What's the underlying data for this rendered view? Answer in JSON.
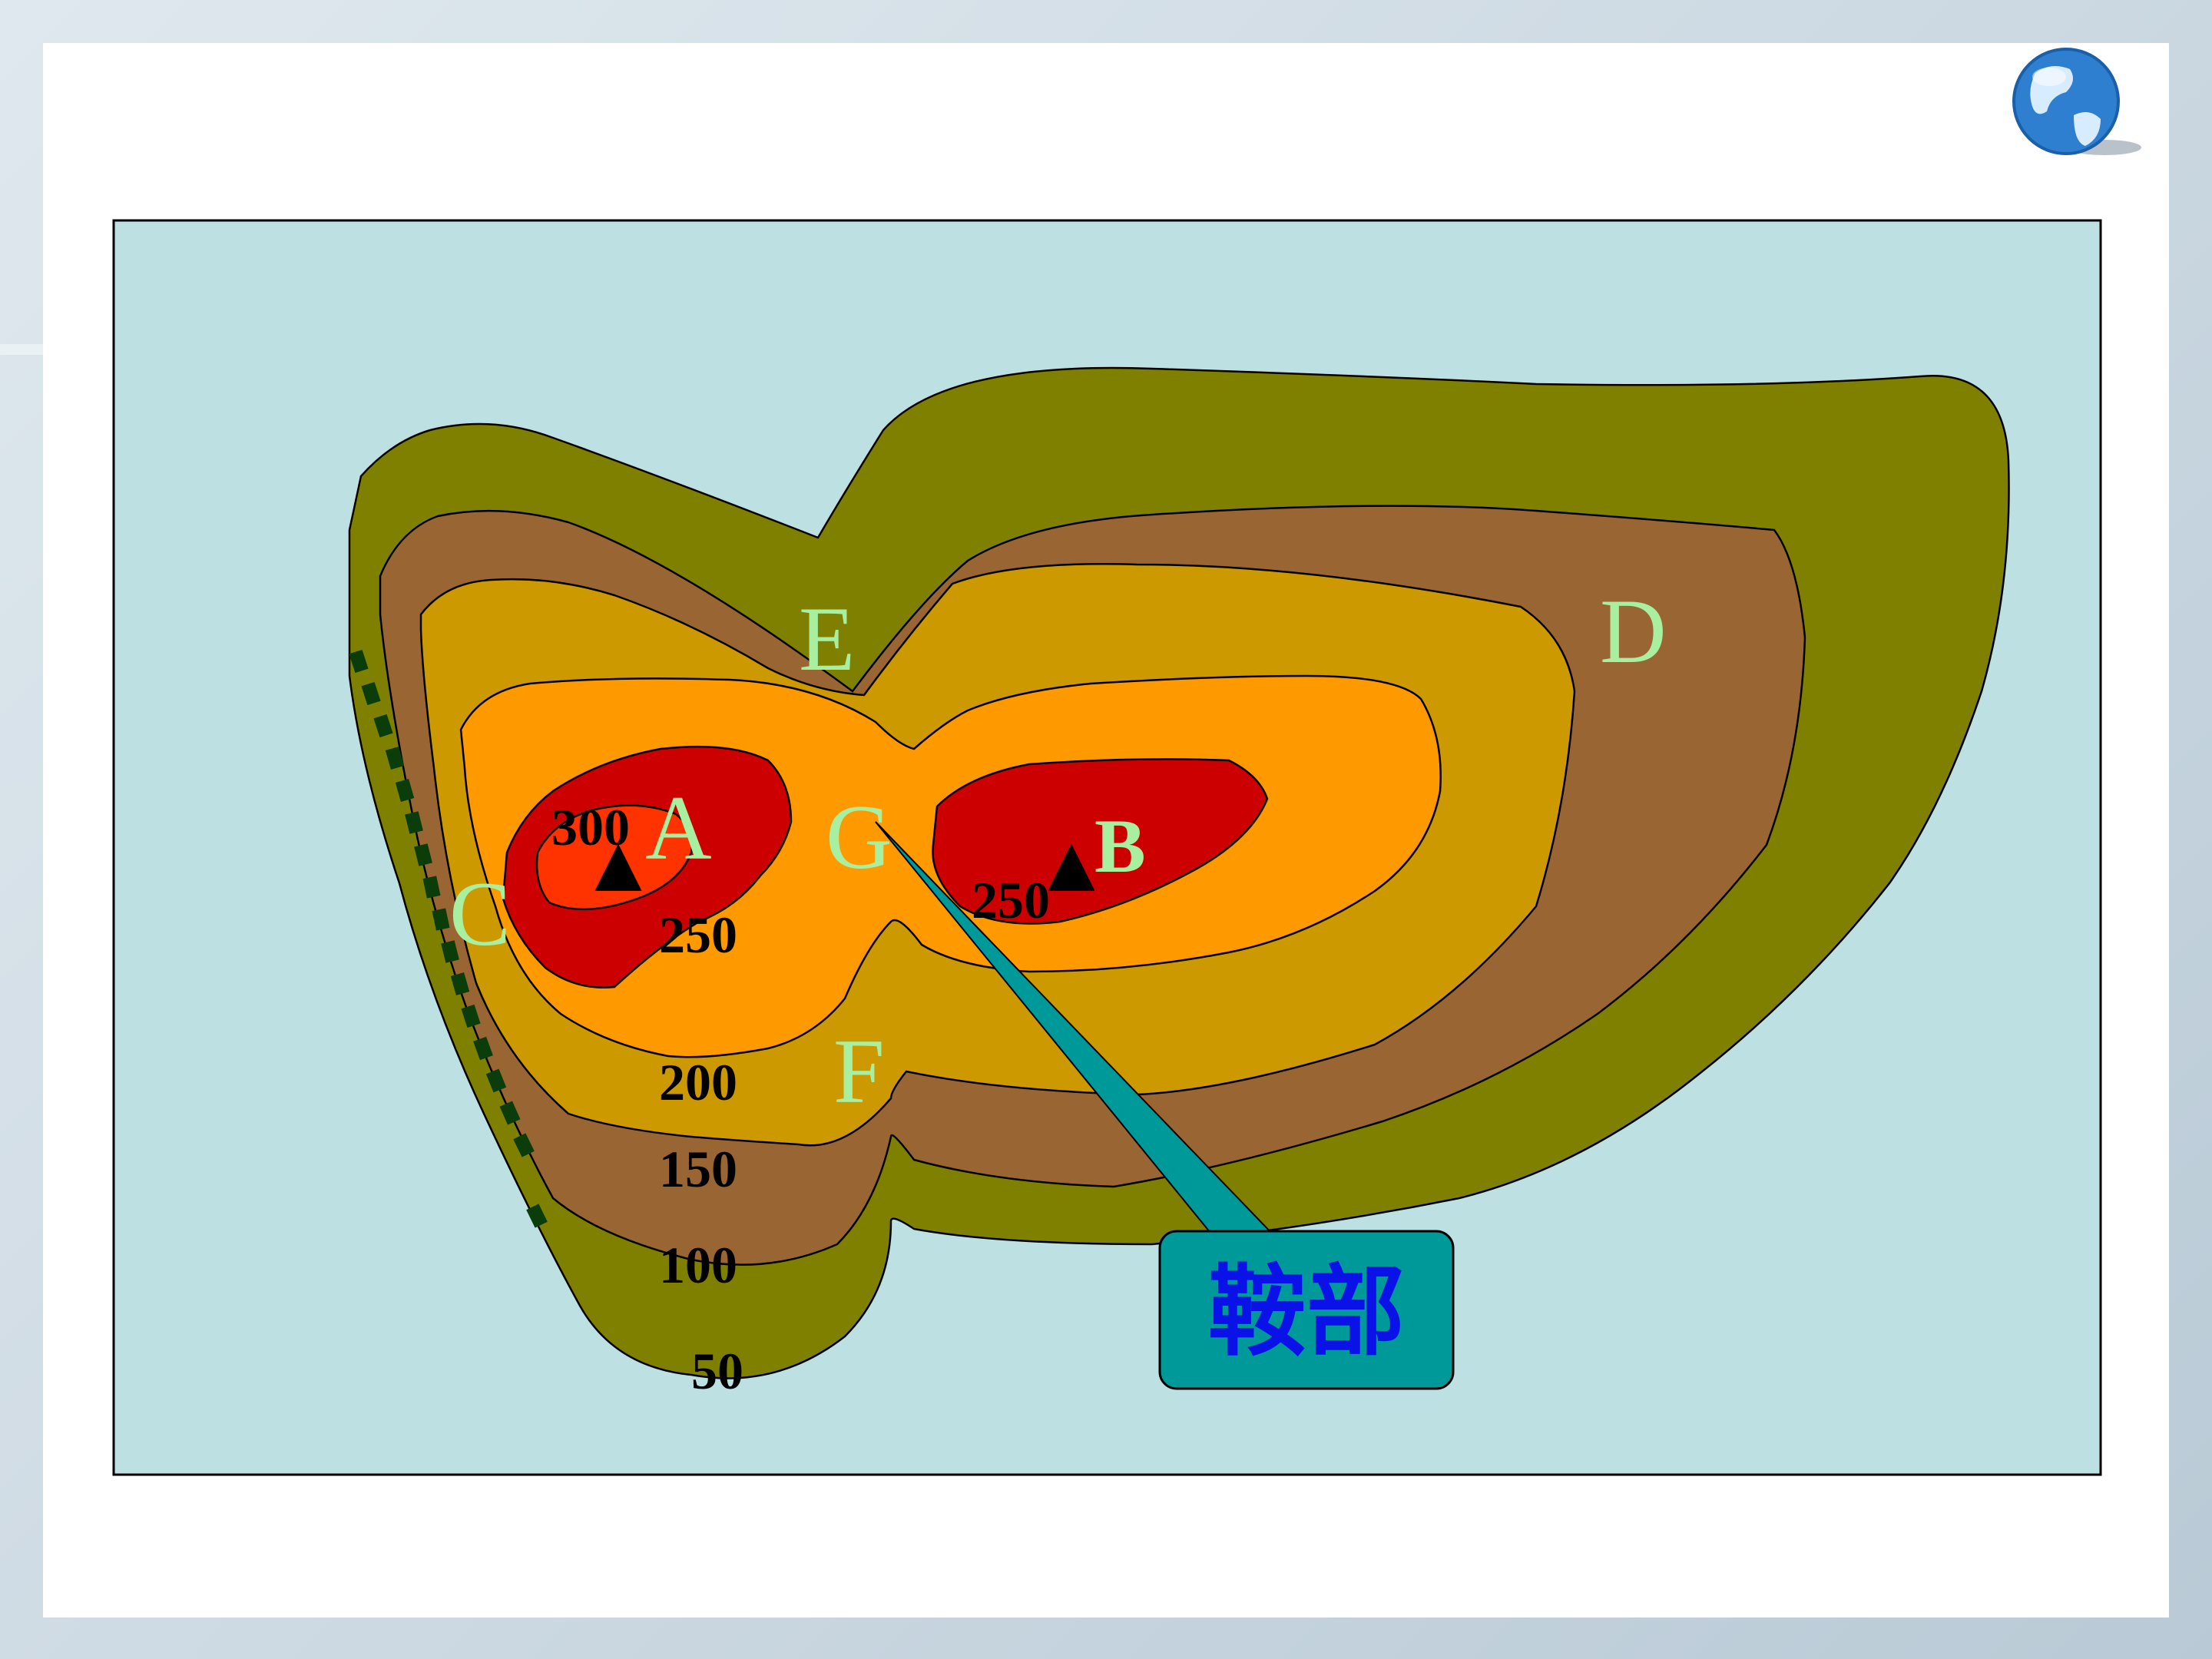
{
  "diagram": {
    "labels": {
      "A": "A",
      "B": "B",
      "C": "C",
      "D": "D",
      "E": "E",
      "F": "F",
      "G": "G"
    },
    "elevations": {
      "e300": "300",
      "e250_left": "250",
      "e250_right": "250",
      "e200": "200",
      "e150": "150",
      "e100": "100",
      "e50": "50"
    },
    "callout": {
      "text": "鞍部"
    },
    "summit_marker": "▲",
    "colors": {
      "slide_bg": "#ffffff",
      "map_bg": "#bde0e3",
      "band_50": "#808000",
      "band_100": "#996633",
      "band_150": "#cc9900",
      "band_200": "#ff9900",
      "band_250": "#cc0000",
      "band_300": "#ff3300",
      "callout_fill": "#009999",
      "label_green": "#a8f0a0",
      "callout_text": "#0b12e8",
      "cliff_marks": "#0b3d0b"
    }
  }
}
